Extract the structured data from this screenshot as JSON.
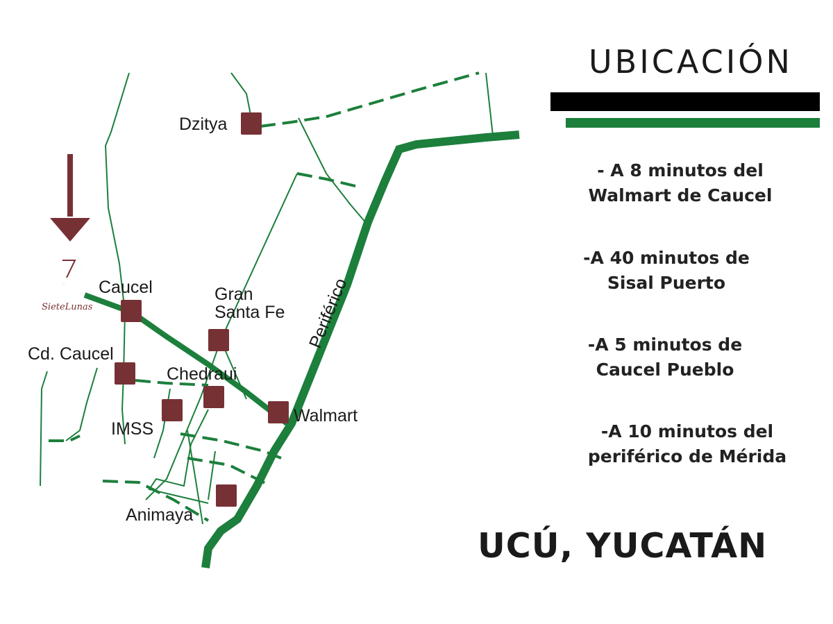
{
  "header": {
    "title": "UBICACIÓN"
  },
  "info": [
    {
      "line1": "- A 8 minutos del",
      "line2": "Walmart de Caucel"
    },
    {
      "line1": "-A 40 minutos de",
      "line2": "Sisal Puerto"
    },
    {
      "line1": "-A 5 minutos de",
      "line2": "Caucel Pueblo"
    },
    {
      "line1": "-A 10 minutos del",
      "line2": "periférico de Mérida"
    }
  ],
  "location": "UCÚ, YUCATÁN",
  "map": {
    "places": {
      "dzitya": "Dzitya",
      "caucel": "Caucel",
      "gran_santa_fe_1": "Gran",
      "gran_santa_fe_2": "Santa Fe",
      "cd_caucel": "Cd. Caucel",
      "chedraui": "Chedraui",
      "imss": "IMSS",
      "walmart": "Walmart",
      "animaya": "Animaya"
    },
    "road": "Periférico",
    "logo": "SieteLunas"
  },
  "colors": {
    "road": "#1c7f3c",
    "marker": "#763135",
    "bar": "#000000"
  }
}
